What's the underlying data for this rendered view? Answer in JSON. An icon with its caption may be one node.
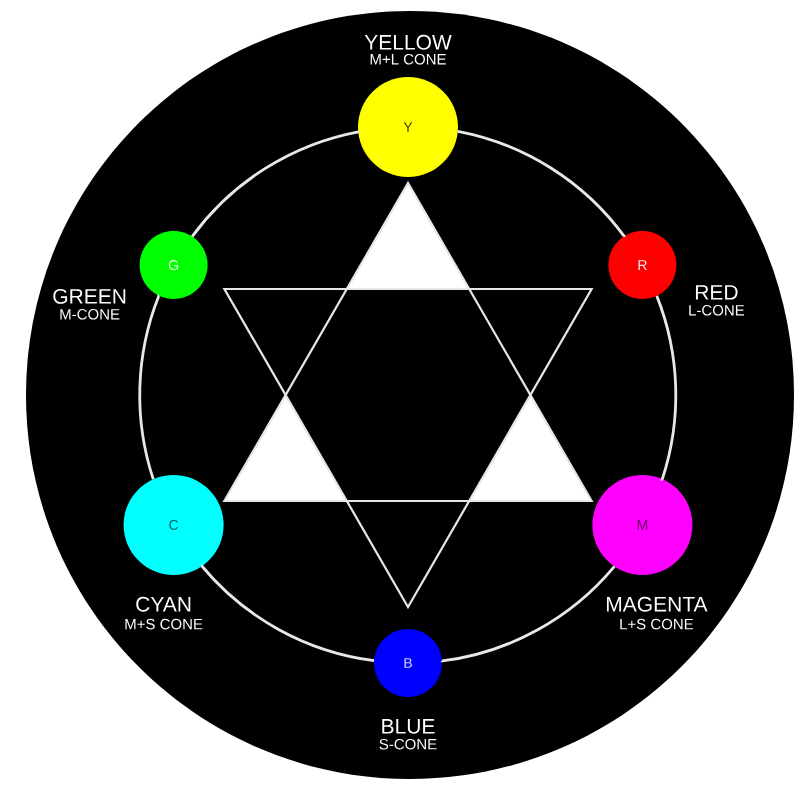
{
  "diagram": {
    "nodes": [
      {
        "text": [],
        "shape": "circle"
      },
      {
        "text": [
          "Y"
        ],
        "beside": [
          "YELLOW",
          "M+L CONE"
        ],
        "in": 0
      },
      {
        "text": [
          "G"
        ],
        "beside": [
          "GREEN",
          "M-CONE"
        ],
        "in": 0
      },
      {
        "text": [
          "R"
        ],
        "beside": [
          "RED",
          "L-CONE"
        ],
        "in": 0
      },
      {
        "text": [
          "C"
        ],
        "beside": [
          "CYAN",
          "M+S CONE"
        ],
        "in": 0
      },
      {
        "text": [
          "M"
        ],
        "beside": [
          "MAGENTA",
          "L+S CONE"
        ],
        "in": 0
      },
      {
        "text": [
          "B"
        ],
        "beside": [
          "BLUE",
          "S-CONE"
        ],
        "in": 0
      }
    ],
    "edges": [
      {
        "from": 1,
        "to": 3,
        "arrow": "none"
      },
      {
        "from": 3,
        "to": 5,
        "arrow": "none"
      },
      {
        "from": 5,
        "to": 6,
        "arrow": "none"
      },
      {
        "from": 6,
        "to": 4,
        "arrow": "none"
      },
      {
        "from": 4,
        "to": 2,
        "arrow": "none"
      },
      {
        "from": 2,
        "to": 1,
        "arrow": "none"
      }
    ]
  }
}
